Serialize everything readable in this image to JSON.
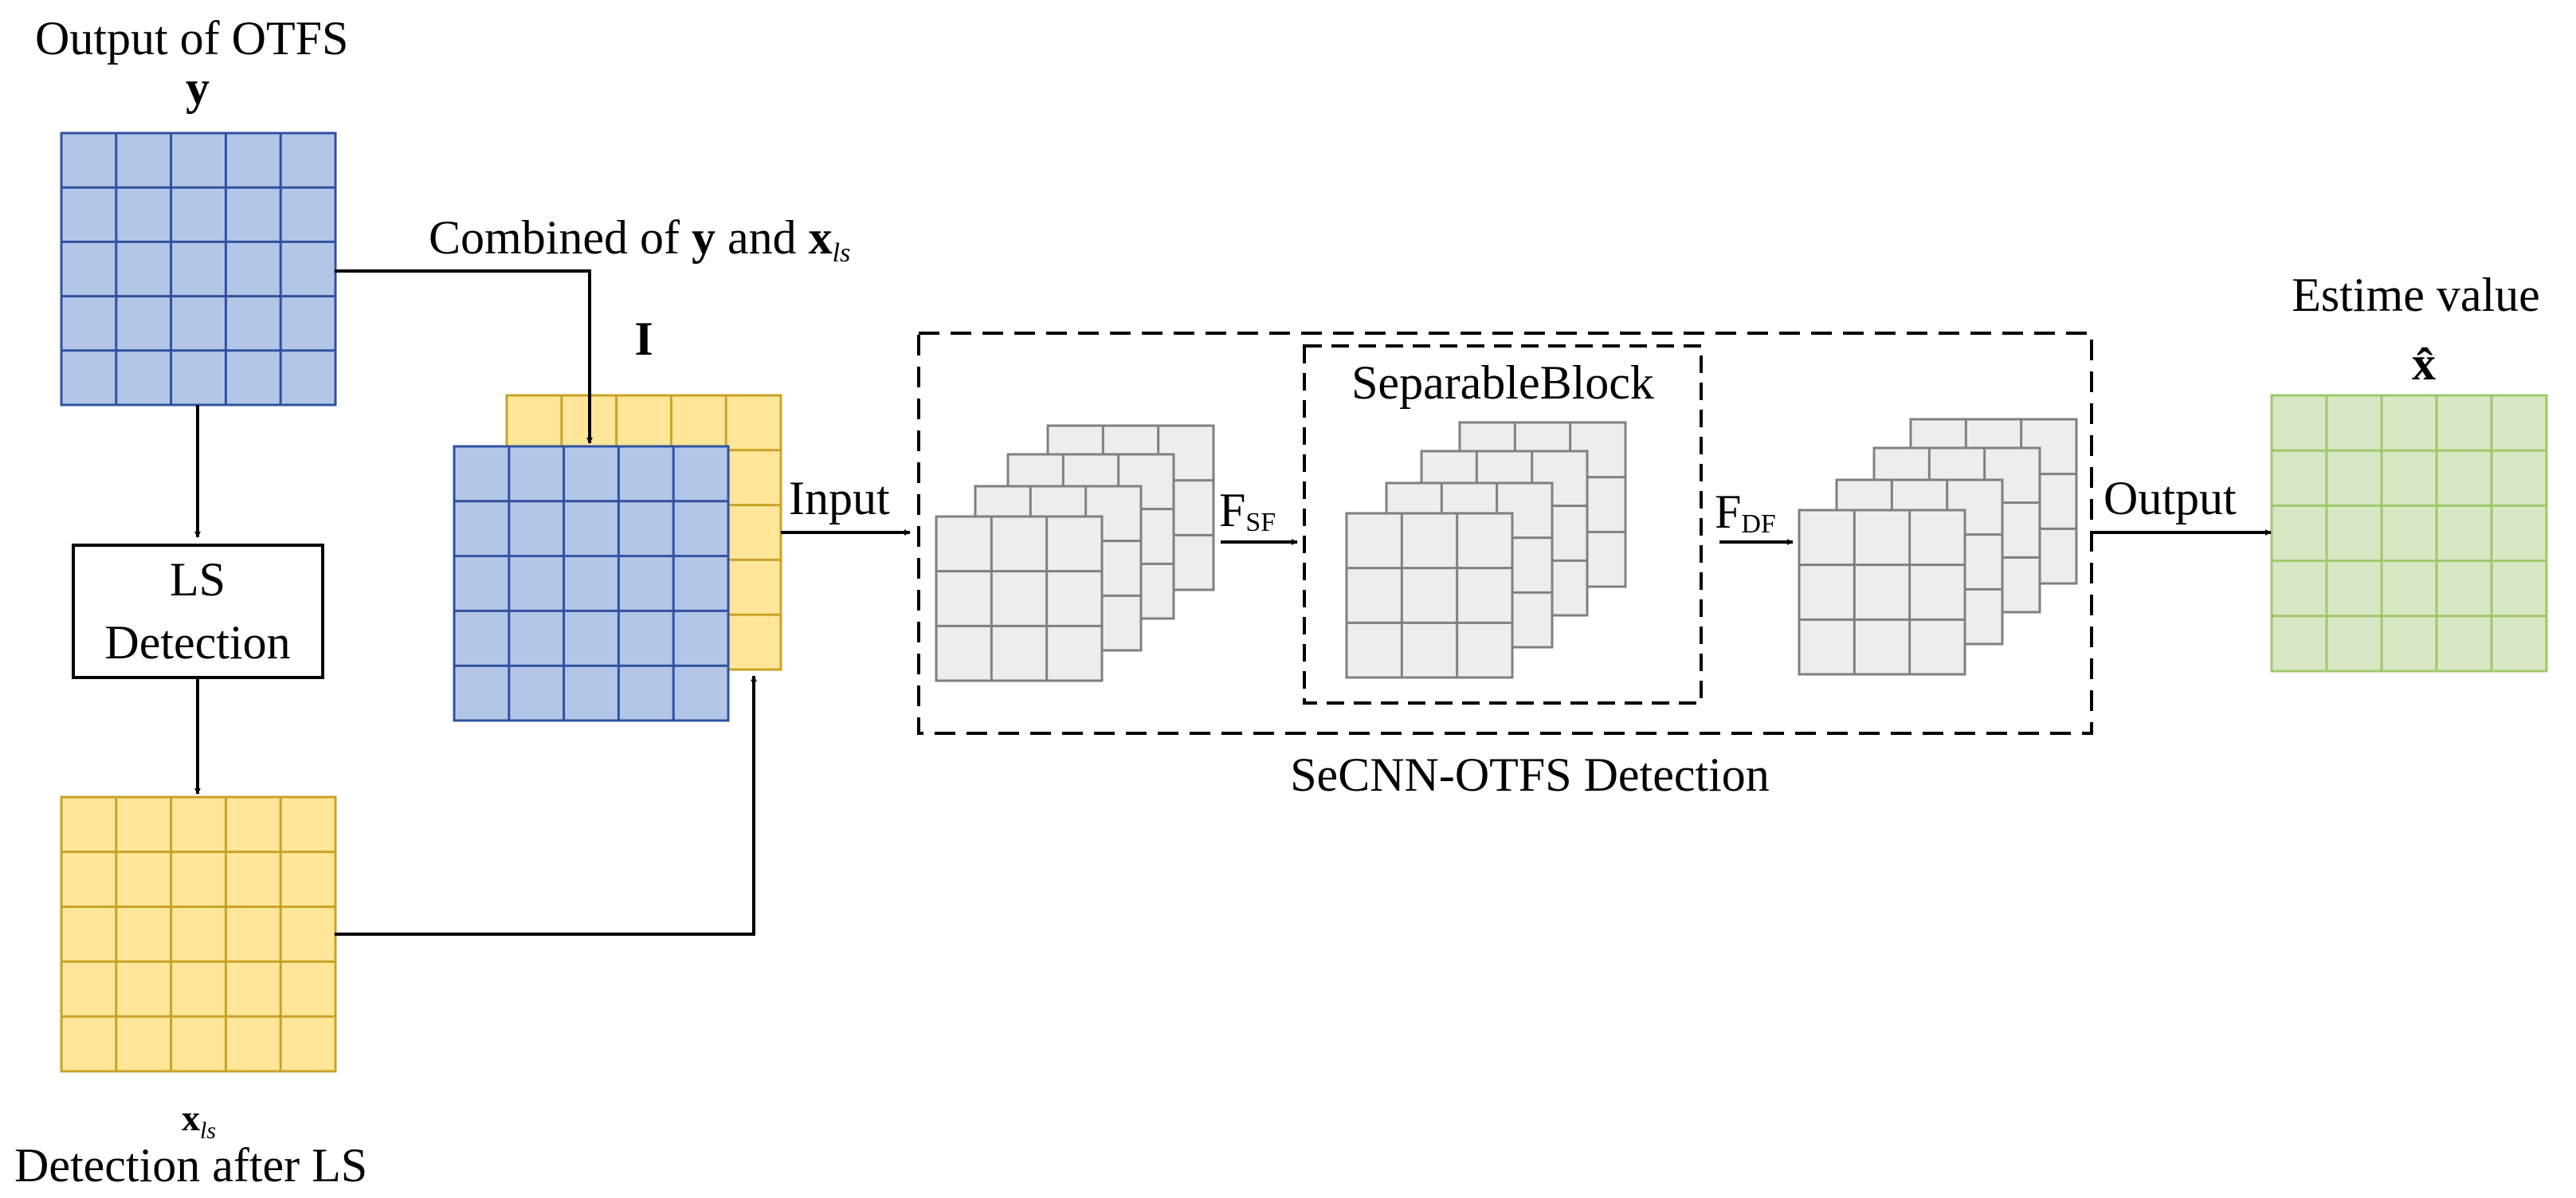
{
  "labels": {
    "otfs_output_title": "Output of OTFS",
    "y_symbol": "y",
    "combined_prefix": "Combined of ",
    "combined_y": "y",
    "combined_and": " and ",
    "x_symbol": "x",
    "ls_subscript": "ls",
    "i_symbol": "I",
    "input": "Input",
    "output": "Output",
    "ls_detection_line1": "LS",
    "ls_detection_line2": "Detection",
    "detection_after_ls": "Detection after LS",
    "f_letter": "F",
    "sf_subscript": "SF",
    "df_subscript": "DF",
    "separable_block": "SeparableBlock",
    "secnn_title": "SeCNN-OTFS Detection",
    "estimate_title": "Estime value",
    "xhat_symbol": "x̂"
  },
  "colors": {
    "blue_fill": "#b4c6e7",
    "blue_stroke": "#2f52a0",
    "yellow_fill": "#ffe699",
    "yellow_stroke": "#c9a227",
    "green_fill": "#d9e6c3",
    "green_stroke": "#9cc96b",
    "gray_fill": "#ededed",
    "gray_stroke": "#808080"
  }
}
